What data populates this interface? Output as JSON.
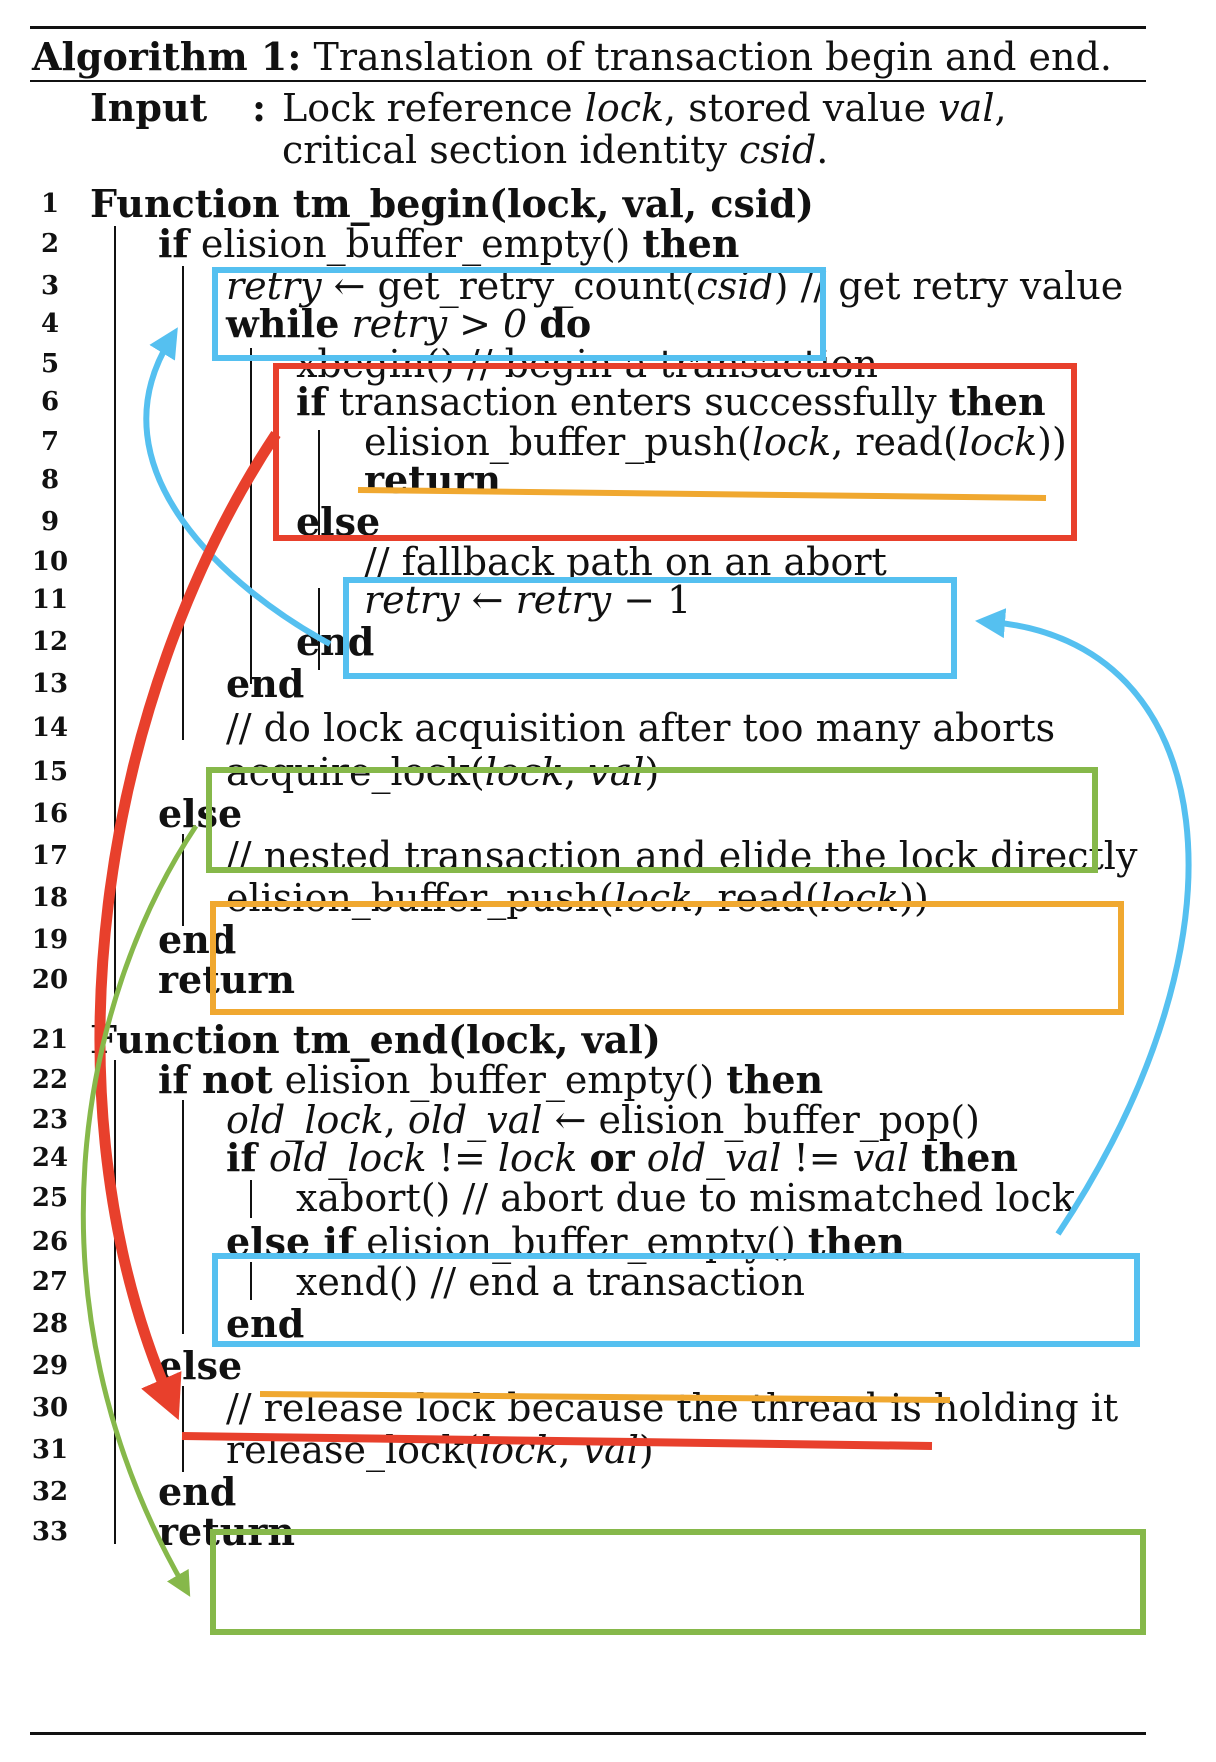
{
  "algorithm": {
    "title_label": "Algorithm 1:",
    "title_text": "Translation of transaction begin and end.",
    "input_label": "Input",
    "input_colon": ":",
    "input_line1": [
      {
        "t": "Lock reference ",
        "s": ""
      },
      {
        "t": "lock",
        "s": "it"
      },
      {
        "t": ", stored value ",
        "s": ""
      },
      {
        "t": "val",
        "s": "it"
      },
      {
        "t": ",",
        "s": ""
      }
    ],
    "input_line2": [
      {
        "t": "critical section identity ",
        "s": ""
      },
      {
        "t": "csid",
        "s": "it"
      },
      {
        "t": ".",
        "s": ""
      }
    ],
    "lines": [
      {
        "n": "1",
        "parts": [
          {
            "t": "Function tm_begin(lock, val, csid)",
            "s": "kw"
          }
        ]
      },
      {
        "n": "2",
        "parts": [
          {
            "t": "if",
            "s": "kw"
          },
          {
            "t": " elision_buffer_empty() ",
            "s": ""
          },
          {
            "t": "then",
            "s": "kw"
          }
        ]
      },
      {
        "n": "3",
        "parts": [
          {
            "t": "retry",
            "s": "it"
          },
          {
            "t": " ← get_retry_count(",
            "s": ""
          },
          {
            "t": "csid",
            "s": "it"
          },
          {
            "t": ")   // get retry value",
            "s": ""
          }
        ]
      },
      {
        "n": "4",
        "parts": [
          {
            "t": "while",
            "s": "kw"
          },
          {
            "t": " ",
            "s": ""
          },
          {
            "t": "retry > 0",
            "s": "it"
          },
          {
            "t": " ",
            "s": ""
          },
          {
            "t": "do",
            "s": "kw"
          }
        ]
      },
      {
        "n": "5",
        "parts": [
          {
            "t": "xbegin()  // begin a transaction",
            "s": ""
          }
        ]
      },
      {
        "n": "6",
        "parts": [
          {
            "t": "if",
            "s": "kw"
          },
          {
            "t": " transaction enters successfully ",
            "s": ""
          },
          {
            "t": "then",
            "s": "kw"
          }
        ]
      },
      {
        "n": "7",
        "parts": [
          {
            "t": "elision_buffer_push(",
            "s": ""
          },
          {
            "t": "lock",
            "s": "it"
          },
          {
            "t": ", read(",
            "s": ""
          },
          {
            "t": "lock",
            "s": "it"
          },
          {
            "t": "))",
            "s": ""
          }
        ]
      },
      {
        "n": "8",
        "parts": [
          {
            "t": "return",
            "s": "kw"
          }
        ]
      },
      {
        "n": "9",
        "parts": [
          {
            "t": "else",
            "s": "kw"
          }
        ]
      },
      {
        "n": "10",
        "parts": [
          {
            "t": "// fallback path on an abort",
            "s": ""
          }
        ]
      },
      {
        "n": "11",
        "parts": [
          {
            "t": "retry",
            "s": "it"
          },
          {
            "t": " ← ",
            "s": ""
          },
          {
            "t": "retry",
            "s": "it"
          },
          {
            "t": " − 1",
            "s": ""
          }
        ]
      },
      {
        "n": "12",
        "parts": [
          {
            "t": "end",
            "s": "kw"
          }
        ]
      },
      {
        "n": "13",
        "parts": [
          {
            "t": "end",
            "s": "kw"
          }
        ]
      },
      {
        "n": "14",
        "parts": [
          {
            "t": "// do lock acquisition after too many aborts",
            "s": ""
          }
        ]
      },
      {
        "n": "15",
        "parts": [
          {
            "t": "acquire_lock(",
            "s": ""
          },
          {
            "t": "lock",
            "s": "it"
          },
          {
            "t": ", ",
            "s": ""
          },
          {
            "t": "val",
            "s": "it"
          },
          {
            "t": ")",
            "s": ""
          }
        ]
      },
      {
        "n": "16",
        "parts": [
          {
            "t": "else",
            "s": "kw"
          }
        ]
      },
      {
        "n": "17",
        "parts": [
          {
            "t": "// nested transaction and elide the lock directly",
            "s": ""
          }
        ]
      },
      {
        "n": "18",
        "parts": [
          {
            "t": "elision_buffer_push(",
            "s": ""
          },
          {
            "t": "lock",
            "s": "it"
          },
          {
            "t": ", read(",
            "s": ""
          },
          {
            "t": "lock",
            "s": "it"
          },
          {
            "t": "))",
            "s": ""
          }
        ]
      },
      {
        "n": "19",
        "parts": [
          {
            "t": "end",
            "s": "kw"
          }
        ]
      },
      {
        "n": "20",
        "parts": [
          {
            "t": "return",
            "s": "kw"
          }
        ]
      },
      {
        "n": "21",
        "parts": [
          {
            "t": "Function tm_end(lock, val)",
            "s": "kw"
          }
        ]
      },
      {
        "n": "22",
        "parts": [
          {
            "t": "if not",
            "s": "kw"
          },
          {
            "t": " elision_buffer_empty() ",
            "s": ""
          },
          {
            "t": "then",
            "s": "kw"
          }
        ]
      },
      {
        "n": "23",
        "parts": [
          {
            "t": "old_lock",
            "s": "it"
          },
          {
            "t": ", ",
            "s": ""
          },
          {
            "t": "old_val",
            "s": "it"
          },
          {
            "t": " ← elision_buffer_pop()",
            "s": ""
          }
        ]
      },
      {
        "n": "24",
        "parts": [
          {
            "t": "if",
            "s": "kw"
          },
          {
            "t": " ",
            "s": ""
          },
          {
            "t": "old_lock",
            "s": "it"
          },
          {
            "t": " != ",
            "s": ""
          },
          {
            "t": "lock",
            "s": "it"
          },
          {
            "t": " ",
            "s": ""
          },
          {
            "t": "or",
            "s": "kw"
          },
          {
            "t": " ",
            "s": ""
          },
          {
            "t": "old_val",
            "s": "it"
          },
          {
            "t": " != ",
            "s": ""
          },
          {
            "t": "val",
            "s": "it"
          },
          {
            "t": " ",
            "s": ""
          },
          {
            "t": "then",
            "s": "kw"
          }
        ]
      },
      {
        "n": "25",
        "parts": [
          {
            "t": "xabort()  // abort due to mismatched lock",
            "s": ""
          }
        ]
      },
      {
        "n": "26",
        "parts": [
          {
            "t": "else if",
            "s": "kw"
          },
          {
            "t": " elision_buffer_empty() ",
            "s": ""
          },
          {
            "t": "then",
            "s": "kw"
          }
        ]
      },
      {
        "n": "27",
        "parts": [
          {
            "t": "xend()    // end a transaction",
            "s": ""
          }
        ]
      },
      {
        "n": "28",
        "parts": [
          {
            "t": "end",
            "s": "kw"
          }
        ]
      },
      {
        "n": "29",
        "parts": [
          {
            "t": "else",
            "s": "kw"
          }
        ]
      },
      {
        "n": "30",
        "parts": [
          {
            "t": "// release lock because the thread is holding it",
            "s": ""
          }
        ]
      },
      {
        "n": "31",
        "parts": [
          {
            "t": "release_lock(",
            "s": ""
          },
          {
            "t": "lock",
            "s": "it"
          },
          {
            "t": ", ",
            "s": ""
          },
          {
            "t": "val",
            "s": "it"
          },
          {
            "t": ")",
            "s": ""
          }
        ]
      },
      {
        "n": "32",
        "parts": [
          {
            "t": "end",
            "s": "kw"
          }
        ]
      },
      {
        "n": "33",
        "parts": [
          {
            "t": "return",
            "s": "kw"
          }
        ]
      }
    ]
  },
  "colors": {
    "blue": "#55c0f0",
    "red": "#e8402c",
    "green": "#86b84a",
    "orange": "#f0a830",
    "text": "#111111"
  }
}
